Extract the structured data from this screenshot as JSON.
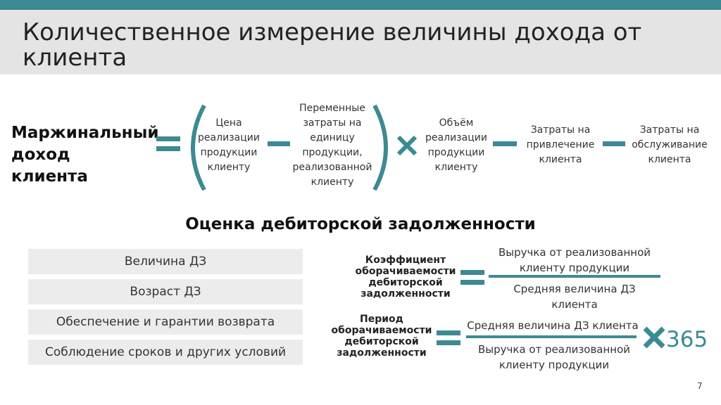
{
  "title": "Количественное измерение величины дохода от клиента",
  "formula": {
    "left_label": "Маржинальный доход клиента",
    "term1": "Цена реализации продукции клиенту",
    "term2": "Переменные затраты на единицу продукции, реализованной клиенту",
    "term3": "Объём реализации продукции клиенту",
    "term4": "Затраты на привлечение клиента",
    "term5": "Затраты на обслуживание клиента"
  },
  "receivables": {
    "heading": "Оценка дебиторской задолженности",
    "items": [
      "Величина ДЗ",
      "Возраст ДЗ",
      "Обеспечение и гарантии возврата",
      "Соблюдение сроков и других условий"
    ],
    "turnover_ratio": {
      "label": "Коэффициент оборачиваемости дебиторской задолженности",
      "numerator": "Выручка от реализованной клиенту продукции",
      "denominator": "Средняя величина ДЗ клиента"
    },
    "turnover_period": {
      "label": "Период оборачиваемости дебиторской задолженности",
      "numerator": "Средняя величина ДЗ клиента",
      "denominator": "Выручка от реализованной клиенту продукции",
      "multiplier": "365"
    }
  },
  "page_number": "7",
  "colors": {
    "accent": "#3c8a92",
    "title_bg": "#e4e4e4",
    "box_bg": "#ececec"
  }
}
